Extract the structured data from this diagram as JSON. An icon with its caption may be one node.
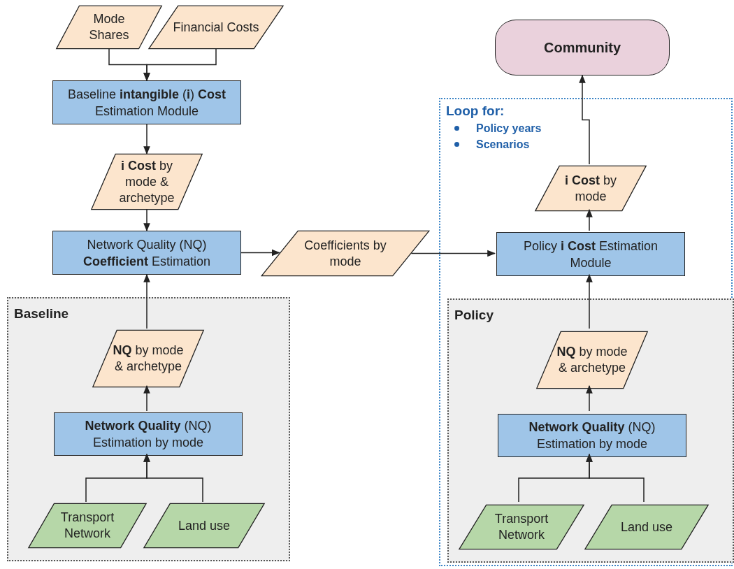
{
  "diagram": {
    "nodes": [
      {
        "text": [
          "Mode Shares"
        ]
      },
      {
        "text": [
          "Financial Costs"
        ]
      },
      {
        "text": [
          "Baseline **intangible** (**i**) **Cost** Estimation Module"
        ]
      },
      {
        "text": [
          "**i Cost** by mode & archetype"
        ]
      },
      {
        "text": [
          "Network Quality (NQ) **Coefficient** Estimation"
        ]
      },
      {
        "text": [
          "Coefficients by mode"
        ]
      },
      {
        "text": [
          "Baseline"
        ]
      },
      {
        "text": [
          "**NQ** by mode & archetype"
        ],
        "in": 6
      },
      {
        "text": [
          "**Network Quality** (NQ) Estimation by mode"
        ],
        "in": 6
      },
      {
        "text": [
          "Transport Network"
        ],
        "in": 6
      },
      {
        "text": [
          "Land use"
        ],
        "in": 6
      },
      {
        "text": [
          "Community"
        ]
      },
      {
        "text": [
          "Loop for:",
          "Policy years",
          "Scenarios"
        ]
      },
      {
        "text": [
          "**i Cost** by mode"
        ],
        "in": 12
      },
      {
        "text": [
          "Policy **i Cost** Estimation Module"
        ],
        "in": 12
      },
      {
        "text": [
          "Policy"
        ],
        "in": 12
      },
      {
        "text": [
          "**NQ** by mode & archetype"
        ],
        "in": 15
      },
      {
        "text": [
          "**Network Quality** (NQ) Estimation by mode"
        ],
        "in": 15
      },
      {
        "text": [
          "Transport Network"
        ],
        "in": 15
      },
      {
        "text": [
          "Land use"
        ],
        "in": 15
      }
    ],
    "edges": [
      {
        "from": 0,
        "to": 2,
        "arrow": "to"
      },
      {
        "from": 1,
        "to": 2,
        "arrow": "to"
      },
      {
        "from": 2,
        "to": 3,
        "arrow": "to"
      },
      {
        "from": 3,
        "to": 4,
        "arrow": "to"
      },
      {
        "from": 4,
        "to": 5,
        "arrow": "to"
      },
      {
        "from": 5,
        "to": 14,
        "arrow": "to"
      },
      {
        "from": 7,
        "to": 4,
        "arrow": "to"
      },
      {
        "from": 8,
        "to": 7,
        "arrow": "to"
      },
      {
        "from": 9,
        "to": 8,
        "arrow": "to"
      },
      {
        "from": 10,
        "to": 8,
        "arrow": "to"
      },
      {
        "from": 14,
        "to": 13,
        "arrow": "to"
      },
      {
        "from": 13,
        "to": 11,
        "arrow": "to"
      },
      {
        "from": 16,
        "to": 14,
        "arrow": "to"
      },
      {
        "from": 17,
        "to": 16,
        "arrow": "to"
      },
      {
        "from": 18,
        "to": 17,
        "arrow": "to"
      },
      {
        "from": 19,
        "to": 17,
        "arrow": "to"
      }
    ]
  }
}
